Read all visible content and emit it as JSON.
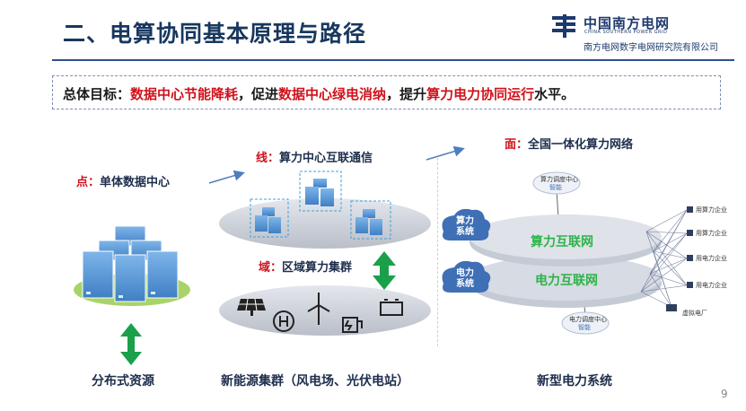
{
  "header": {
    "title": "二、电算协同基本原理与路径",
    "logo_cn": "中国南方电网",
    "logo_en": "CHINA SOUTHERN POWER GRID",
    "org": "南方电网数字电网研究院有限公司"
  },
  "goal": {
    "p1": "总体目标：",
    "h1": "数据中心节能降耗",
    "p2": "，促进",
    "h2": "数据中心绿电消纳",
    "p3": "，提升",
    "h3": "算力电力协同运行",
    "p4": "水平。"
  },
  "point": {
    "key": "点：",
    "text": "单体数据中心"
  },
  "line": {
    "key": "线：",
    "text": "算力中心互联通信"
  },
  "region": {
    "key": "域：",
    "text": "区域算力集群"
  },
  "surface": {
    "key": "面：",
    "text": "全国一体化算力网络"
  },
  "captions": {
    "left": "分布式资源",
    "middle": "新能源集群（风电场、光伏电站）",
    "right": "新型电力系统"
  },
  "network": {
    "compute_system": "算力\n系统",
    "power_system": "电力\n系统",
    "compute_net": "算力互联网",
    "power_net": "电力互联网",
    "compute_dispatch": "算力调度中心",
    "power_dispatch": "电力调度中心",
    "cloud_badge": "智能",
    "enterprises": [
      "用算力企业",
      "用算力企业",
      "用电力企业",
      "用电力企业",
      "虚拟电厂"
    ]
  },
  "colors": {
    "title": "#17375e",
    "highlight": "#d0121b",
    "compute_green": "#2db34a",
    "system_blue": "#3f6fb5",
    "arrow_green": "#1aa04a",
    "server_blue": "#4a8fd4"
  },
  "page_number": "9"
}
